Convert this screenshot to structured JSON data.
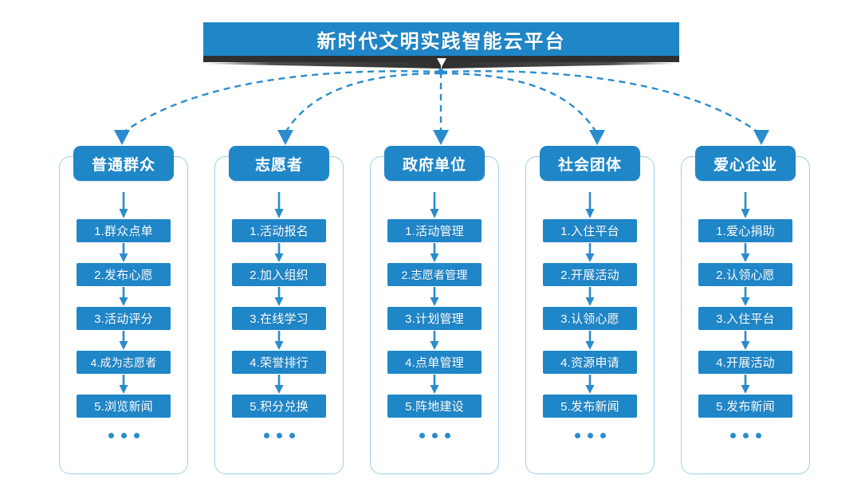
{
  "banner": {
    "title": "新时代文明实践智能云平台",
    "color": "#1f86c8",
    "shadow_color": "#2f2f2f",
    "notch_icon": "caret-down-icon"
  },
  "theme": {
    "primary": "#1f86c8",
    "outline": "#9ccfea",
    "arrow": "#2a8ccd",
    "text_on_primary": "#ffffff",
    "background": "#ffffff"
  },
  "connectors": {
    "style": "dashed",
    "color": "#2a8ccd",
    "count": 5,
    "source": "banner-notch",
    "arrowhead_icon": "arrow-down-icon"
  },
  "columns": [
    {
      "id": "public",
      "title": "普通群众",
      "items": [
        "1.群众点单",
        "2.发布心愿",
        "3.活动评分",
        "4.成为志愿者",
        "5.浏览新闻"
      ],
      "more": "• • •"
    },
    {
      "id": "volunteer",
      "title": "志愿者",
      "items": [
        "1.活动报名",
        "2.加入组织",
        "3.在线学习",
        "4.荣誉排行",
        "5.积分兑换"
      ],
      "more": "• • •"
    },
    {
      "id": "government",
      "title": "政府单位",
      "items": [
        "1.活动管理",
        "2.志愿者管理",
        "3.计划管理",
        "4.点单管理",
        "5.阵地建设"
      ],
      "more": "• • •"
    },
    {
      "id": "social-group",
      "title": "社会团体",
      "items": [
        "1.入住平台",
        "2.开展活动",
        "3.认领心愿",
        "4.资源申请",
        "5.发布新闻"
      ],
      "more": "• • •"
    },
    {
      "id": "enterprise",
      "title": "爱心企业",
      "items": [
        "1.爱心捐助",
        "2.认领心愿",
        "3.入住平台",
        "4.开展活动",
        "5.发布新闻"
      ],
      "more": "• • •"
    }
  ]
}
